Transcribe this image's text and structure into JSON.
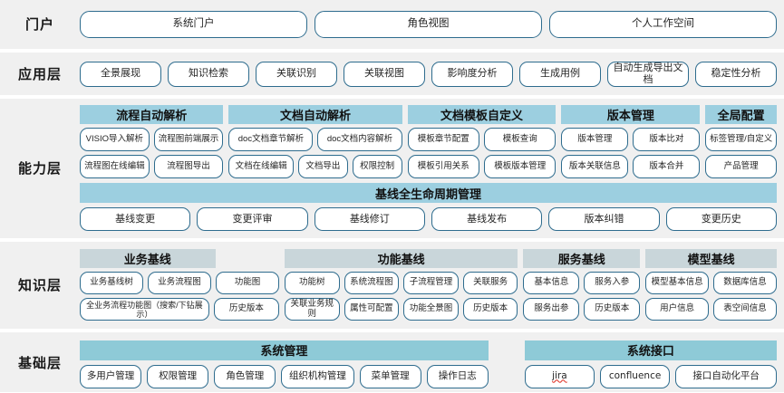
{
  "layers": [
    {
      "label": "门户",
      "items": [
        "系统门户",
        "角色视图",
        "个人工作空间"
      ]
    },
    {
      "label": "应用层",
      "items": [
        "全景展现",
        "知识检索",
        "关联识别",
        "关联视图",
        "影响度分析",
        "生成用例",
        "自动生成导出文档",
        "稳定性分析"
      ]
    },
    {
      "label": "能力层",
      "groups": [
        {
          "title": "流程自动解析",
          "header_color": "#9ccfe0",
          "rows": [
            [
              "VISIO导入解析",
              "流程图前端展示"
            ],
            [
              "流程图在线编辑",
              "流程图导出"
            ]
          ]
        },
        {
          "title": "文档自动解析",
          "header_color": "#9ccfe0",
          "rows": [
            [
              "doc文档章节解析",
              "doc文档内容解析"
            ],
            [
              "文档在线编辑",
              "文档导出",
              "权限控制"
            ]
          ]
        },
        {
          "title": "文档模板自定义",
          "header_color": "#9ccfe0",
          "rows": [
            [
              "模板章节配置",
              "模板查询"
            ],
            [
              "模板引用关系",
              "模板版本管理"
            ]
          ]
        },
        {
          "title": "版本管理",
          "header_color": "#9ccfe0",
          "rows": [
            [
              "版本管理",
              "版本比对"
            ],
            [
              "版本关联信息",
              "版本合并"
            ]
          ]
        },
        {
          "title": "全局配置",
          "header_color": "#9ccfe0",
          "rows": [
            [
              "标签管理/自定义"
            ],
            [
              "产品管理"
            ]
          ]
        }
      ],
      "full_band": {
        "title": "基线全生命周期管理",
        "header_color": "#9ccfe0",
        "items": [
          "基线变更",
          "变更评审",
          "基线修订",
          "基线发布",
          "版本纠错",
          "变更历史"
        ]
      }
    },
    {
      "label": "知识层",
      "groups": [
        {
          "title": "业务基线",
          "header_color": "#c9d6da",
          "rows": [
            [
              "业务基线树",
              "业务流程图",
              "功能图"
            ],
            [
              "全业务流程功能图（搜索/下钻展示）",
              "历史版本"
            ]
          ]
        },
        {
          "title": "功能基线",
          "header_color": "#c9d6da",
          "rows": [
            [
              "功能树",
              "系统流程图",
              "子流程管理",
              "关联服务"
            ],
            [
              "关联业务规则",
              "属性可配置",
              "功能全景图",
              "历史版本"
            ]
          ]
        },
        {
          "title": "服务基线",
          "header_color": "#c9d6da",
          "rows": [
            [
              "基本信息",
              "服务入参"
            ],
            [
              "服务出参",
              "历史版本"
            ]
          ]
        },
        {
          "title": "模型基线",
          "header_color": "#c9d6da",
          "rows": [
            [
              "模型基本信息",
              "数据库信息"
            ],
            [
              "用户信息",
              "表空间信息"
            ]
          ]
        }
      ]
    },
    {
      "label": "基础层",
      "groups": [
        {
          "title": "系统管理",
          "header_color": "#8ecad7",
          "rows": [
            [
              "多用户管理",
              "权限管理",
              "角色管理",
              "组织机构管理",
              "菜单管理",
              "操作日志"
            ]
          ]
        },
        {
          "title": "系统接口",
          "header_color": "#8ecad7",
          "rows": [
            [
              "jira",
              "confluence",
              "接口自动化平台"
            ]
          ]
        }
      ]
    }
  ],
  "colors": {
    "band_bg": "#f0f0f0",
    "pill_border": "#2e6c8e",
    "pill_bg": "#ffffff",
    "group_header_blue": "#9ccfe0",
    "group_header_steel": "#c9d6da",
    "base_header": "#8ecad7",
    "text": "#262626",
    "spellcheck_underline": "#e03b2f"
  }
}
